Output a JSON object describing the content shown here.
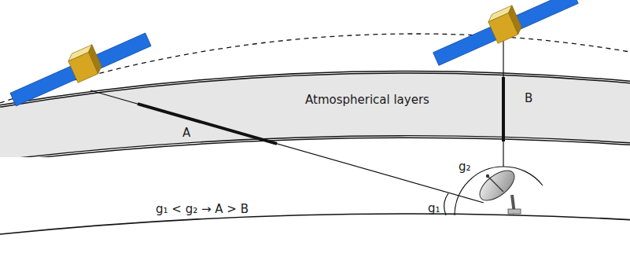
{
  "diagram": {
    "nodes": [
      {
        "text": [
          "Atmospherical layers"
        ]
      }
    ],
    "labels": [
      "A",
      "B",
      "g₁ < g₂ → A > B",
      "g₁",
      "g₂"
    ]
  }
}
